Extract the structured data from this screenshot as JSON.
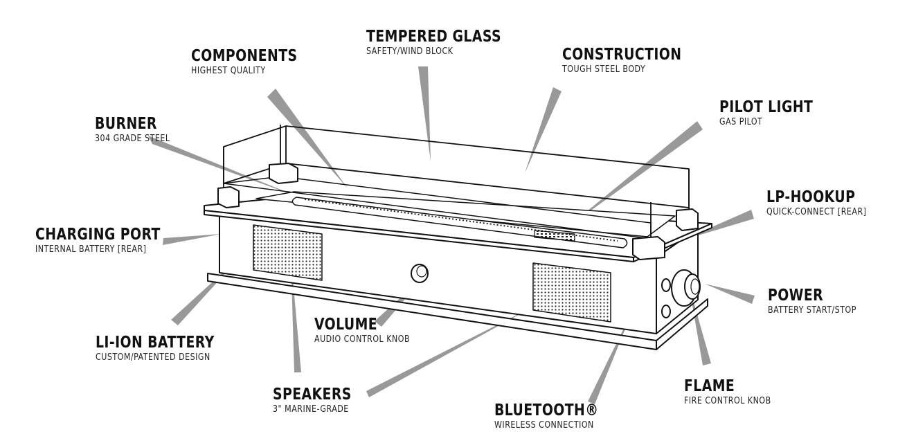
{
  "callouts": [
    {
      "id": "tempered-glass",
      "title": "TEMPERED GLASS",
      "subtitle": "SAFETY/WIND BLOCK"
    },
    {
      "id": "components",
      "title": "COMPONENTS",
      "subtitle": "HIGHEST QUALITY"
    },
    {
      "id": "construction",
      "title": "CONSTRUCTION",
      "subtitle": "TOUGH STEEL BODY"
    },
    {
      "id": "burner",
      "title": "BURNER",
      "subtitle": "304 GRADE STEEL"
    },
    {
      "id": "pilot-light",
      "title": "PILOT LIGHT",
      "subtitle": "GAS PILOT"
    },
    {
      "id": "lp-hookup",
      "title": "LP-HOOKUP",
      "subtitle": "QUICK-CONNECT [REAR]"
    },
    {
      "id": "charging-port",
      "title": "CHARGING PORT",
      "subtitle": "INTERNAL BATTERY  [REAR]"
    },
    {
      "id": "power",
      "title": "POWER",
      "subtitle": "BATTERY START/STOP"
    },
    {
      "id": "volume",
      "title": "VOLUME",
      "subtitle": "AUDIO CONTROL KNOB"
    },
    {
      "id": "li-ion-battery",
      "title": "LI-ION BATTERY",
      "subtitle": "CUSTOM/PATENTED DESIGN"
    },
    {
      "id": "flame",
      "title": "FLAME",
      "subtitle": "FIRE CONTROL KNOB"
    },
    {
      "id": "speakers",
      "title": "SPEAKERS",
      "subtitle": "3\" MARINE-GRADE"
    },
    {
      "id": "bluetooth",
      "title": "BLUETOOTH®",
      "subtitle": "WIRELESS CONNECTION"
    }
  ],
  "colors": {
    "ink": "#111111",
    "pointer": "#999999",
    "background": "#ffffff"
  }
}
